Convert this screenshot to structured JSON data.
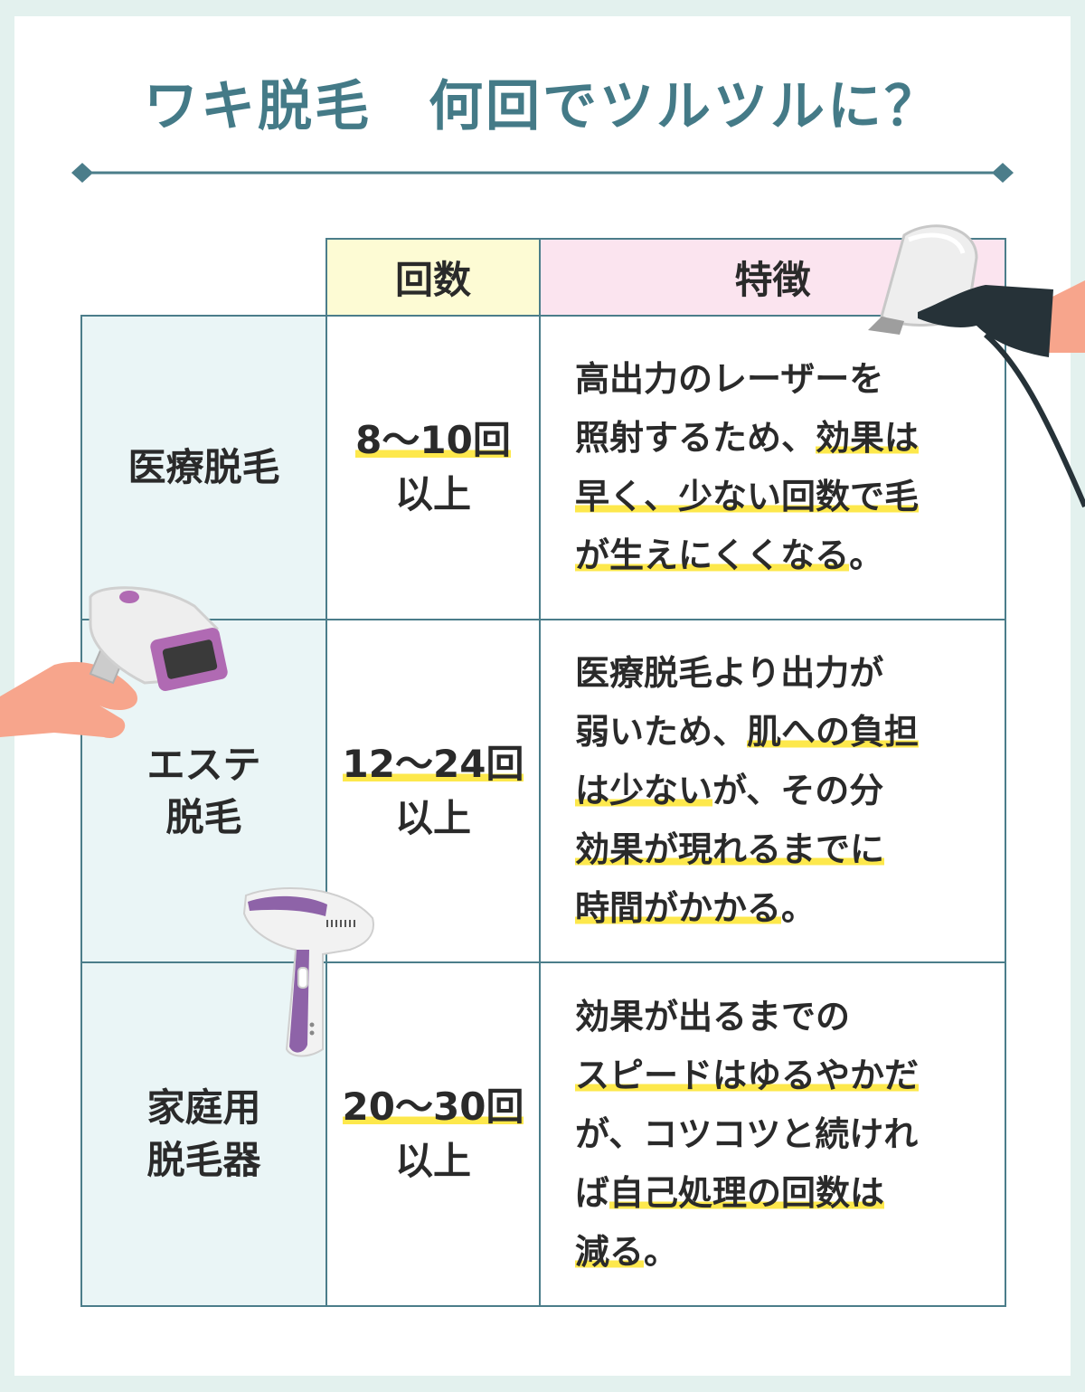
{
  "title": "ワキ脱毛　何回でツルツルに？",
  "colors": {
    "background": "#e3f1ee",
    "title": "#447a87",
    "border": "#4b7d8a",
    "header_count": "#fdfbd4",
    "header_feature": "#fbe4ef",
    "row_header": "#eaf5f6",
    "highlight": "#fde84c"
  },
  "table": {
    "headers": {
      "count": "回数",
      "feature": "特徴"
    },
    "rows": [
      {
        "name_lines": [
          "医療脱毛"
        ],
        "count_lines": [
          [
            {
              "t": "8〜10回",
              "h": true
            }
          ],
          [
            {
              "t": "以上",
              "h": false
            }
          ]
        ],
        "feature_lines": [
          [
            {
              "t": "高出力のレーザーを",
              "h": false
            }
          ],
          [
            {
              "t": "照射するため、",
              "h": false
            },
            {
              "t": "効果は",
              "h": true
            }
          ],
          [
            {
              "t": "早く、少ない回数で毛",
              "h": true
            }
          ],
          [
            {
              "t": "が生えにくくなる",
              "h": true
            },
            {
              "t": "。",
              "h": false
            }
          ]
        ]
      },
      {
        "name_lines": [
          "エステ",
          "脱毛"
        ],
        "count_lines": [
          [
            {
              "t": "12〜24回",
              "h": true
            }
          ],
          [
            {
              "t": "以上",
              "h": false
            }
          ]
        ],
        "feature_lines": [
          [
            {
              "t": "医療脱毛より出力が",
              "h": false
            }
          ],
          [
            {
              "t": "弱いため、",
              "h": false
            },
            {
              "t": "肌への負担",
              "h": true
            }
          ],
          [
            {
              "t": "は少ない",
              "h": true
            },
            {
              "t": "が、その分",
              "h": false
            }
          ],
          [
            {
              "t": "効果が現れるまでに",
              "h": true
            }
          ],
          [
            {
              "t": "時間がかかる",
              "h": true
            },
            {
              "t": "。",
              "h": false
            }
          ]
        ]
      },
      {
        "name_lines": [
          "家庭用",
          "脱毛器"
        ],
        "count_lines": [
          [
            {
              "t": "20〜30回",
              "h": true
            }
          ],
          [
            {
              "t": "以上",
              "h": false
            }
          ]
        ],
        "feature_lines": [
          [
            {
              "t": "効果が出るまでの",
              "h": false
            }
          ],
          [
            {
              "t": "スピードはゆるやかだ",
              "h": true
            }
          ],
          [
            {
              "t": "が、コツコツと続けれ",
              "h": false
            }
          ],
          [
            {
              "t": "ば",
              "h": false
            },
            {
              "t": "自己処理の回数は",
              "h": true
            }
          ],
          [
            {
              "t": "減る",
              "h": true
            },
            {
              "t": "。",
              "h": false
            }
          ]
        ]
      }
    ]
  },
  "illustrations": [
    "laser-handpiece-icon",
    "esthetic-device-icon",
    "home-epilator-icon"
  ]
}
